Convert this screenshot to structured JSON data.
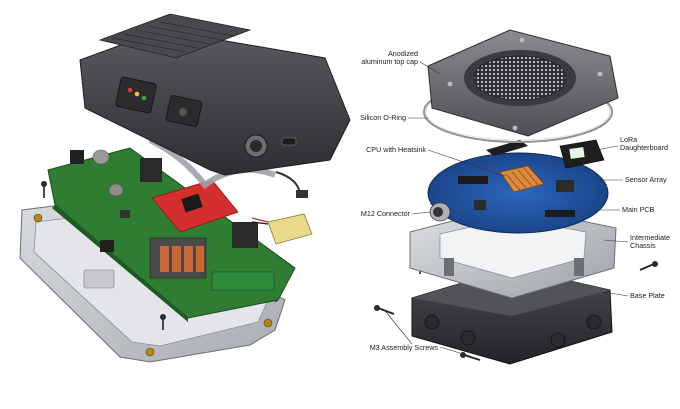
{
  "left_view": {
    "description_visible": false
  },
  "right_view": {
    "labels": {
      "top_cap": "Anodized aluminum top cap",
      "top_cap_line1": "Anodized",
      "top_cap_line2": "aluminum top cap",
      "oring": "Silicon O-Ring",
      "cpu": "CPU with Heatsink",
      "m12": "M12 Connector",
      "assembly_screws": "M3 Assembly Screws",
      "lora_line1": "LoRa",
      "lora_line2": "Daughterboard",
      "sensor_array": "Sensor Array",
      "main_pcb": "Main PCB",
      "chassis_line1": "Intermediate",
      "chassis_line2": "Chassis",
      "base_plate": "Base Plate"
    }
  },
  "colors": {
    "enclosure_dark": "#3c3d40",
    "tray_grey": "#c9ccd1",
    "pcb_green": "#2f7d32",
    "pcb_blue": "#1d4f9c",
    "daughter_red": "#d32f2f",
    "aluminum": "#6f7175",
    "chassis_grey": "#bfc2c6",
    "base_dark": "#37383b"
  }
}
